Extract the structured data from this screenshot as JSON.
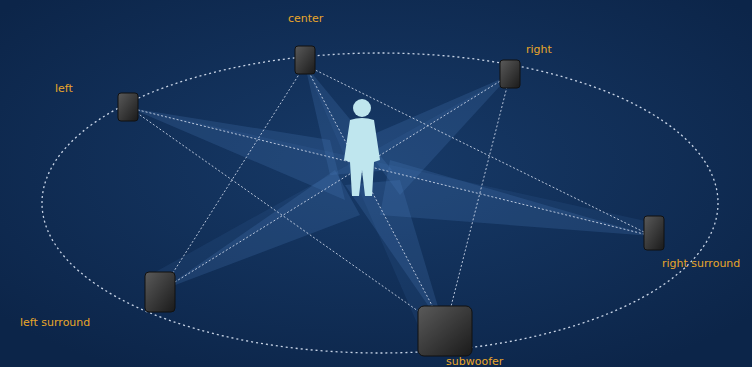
{
  "diagram": {
    "labels": [
      "center",
      "right",
      "left",
      "right surround",
      "left surround",
      "subwoofer"
    ]
  }
}
